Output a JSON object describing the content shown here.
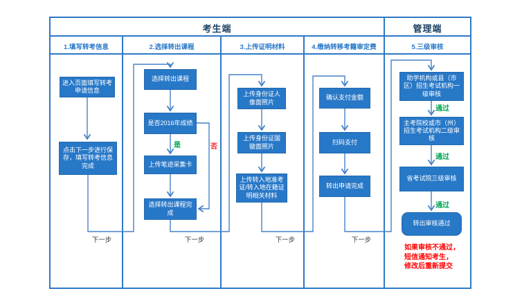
{
  "header": {
    "candidate_lane": "考生端",
    "admin_lane": "管理端"
  },
  "steps": [
    "1.填写转考信息",
    "2.选择转出课程",
    "3.上传证明材料",
    "4.缴纳转移考籍审定费",
    "5.三级审核"
  ],
  "nodes": {
    "enter_info": "进入页面填写转考申请信息",
    "save_complete": "点击下一步进行保存，填写转考信息完成",
    "select_course": "选择转出课程",
    "is_2016_score": "是否2016年成绩",
    "upload_handwriting_card": "上传笔迹采集卡",
    "select_course_complete": "选择转出课程完成",
    "upload_id_front": "上传身份证人像面照片",
    "upload_id_back": "上传身份证国徽面照片",
    "upload_transfer_materials": "上传转入地准考证/转入地在籍证明相关材料",
    "confirm_amount": "确认支付金额",
    "scan_pay": "扫码支付",
    "transfer_request_complete": "转出申请完成",
    "level1_review": "助学机构或县（市区）招生考试机构一级审核",
    "level2_review": "主考院校或市（州）招生考试机构二级审核",
    "level3_review": "省考试院三级审核",
    "review_passed": "转出审核通过"
  },
  "edge_labels": {
    "next": "下一步",
    "yes": "是",
    "no": "否",
    "pass": "通过"
  },
  "note_lines": [
    "如果审核不通过，",
    "短信通知考生，",
    "修改后重新提交"
  ],
  "colors": {
    "grid_border": "#2e78c6",
    "connector": "#4580c8",
    "node_fill": "#2878c8",
    "node_text": "#ffffff",
    "lane_title": "#1d4263",
    "step_label": "#2878c8",
    "yes_pass_green": "#00a651",
    "no_red": "#ff2222",
    "note_red": "#ff0000",
    "next_label": "#3a3a3a"
  }
}
